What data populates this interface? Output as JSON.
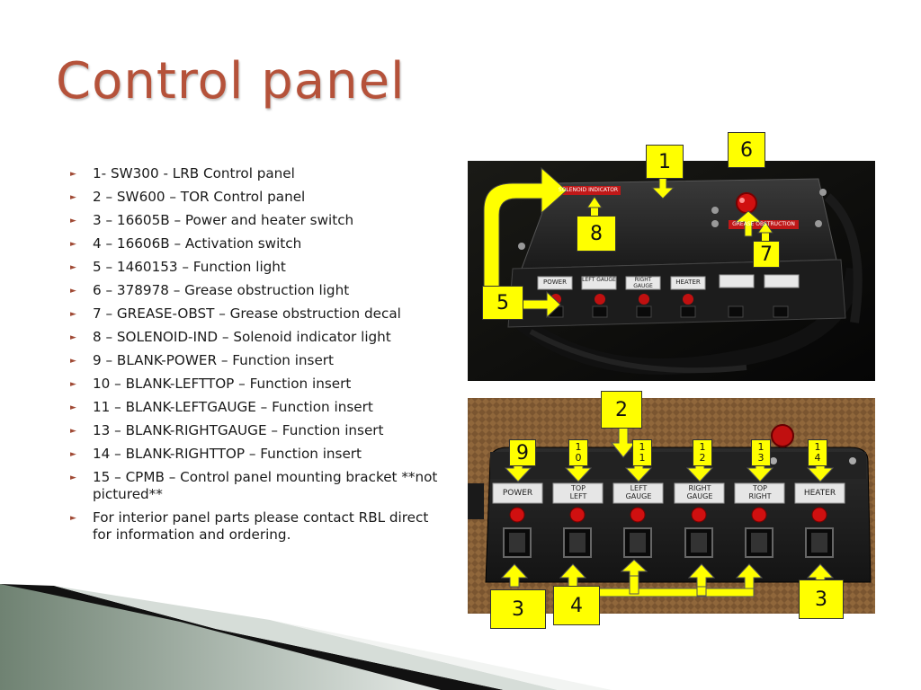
{
  "slide": {
    "title": "Control panel",
    "accent_color": "#b5523a",
    "callout_color": "#ffff00"
  },
  "parts_list": [
    "1- SW300 - LRB Control panel",
    "2 – SW600 – TOR Control panel",
    "3 – 16605B – Power and heater switch",
    "4 – 16606B – Activation switch",
    "5 – 1460153 – Function light",
    "6 – 378978 – Grease obstruction light",
    "7 – GREASE-OBST – Grease obstruction decal",
    "8 – SOLENOID-IND – Solenoid indicator light",
    "9 – BLANK-POWER – Function insert",
    "10 – BLANK-LEFTTOP – Function insert",
    "11 – BLANK-LEFTGAUGE – Function insert",
    "13 – BLANK-RIGHTGAUGE – Function insert",
    "14 – BLANK-RIGHTTOP – Function insert",
    "15 – CPMB – Control panel mounting bracket **not pictured**",
    "For interior panel parts please contact RBL direct for information and ordering."
  ],
  "photo1": {
    "decal_solenoid": "SOLENOID INDICATOR",
    "decal_grease": "GREASE OBSTRUCTION",
    "labels": [
      "POWER",
      "LEFT GAUGE",
      "RIGHT GAUGE",
      "HEATER",
      "",
      ""
    ],
    "callouts": [
      "1",
      "6",
      "8",
      "7",
      "5"
    ]
  },
  "photo2": {
    "labels": [
      "POWER",
      "TOP LEFT",
      "LEFT GAUGE",
      "RIGHT GAUGE",
      "TOP RIGHT",
      "HEATER"
    ],
    "callouts": [
      "2",
      "9",
      "3",
      "4",
      "3"
    ],
    "small_callouts": [
      [
        "1",
        "0"
      ],
      [
        "1",
        "1"
      ],
      [
        "1",
        "2"
      ],
      [
        "1",
        "3"
      ],
      [
        "1",
        "4"
      ]
    ]
  }
}
